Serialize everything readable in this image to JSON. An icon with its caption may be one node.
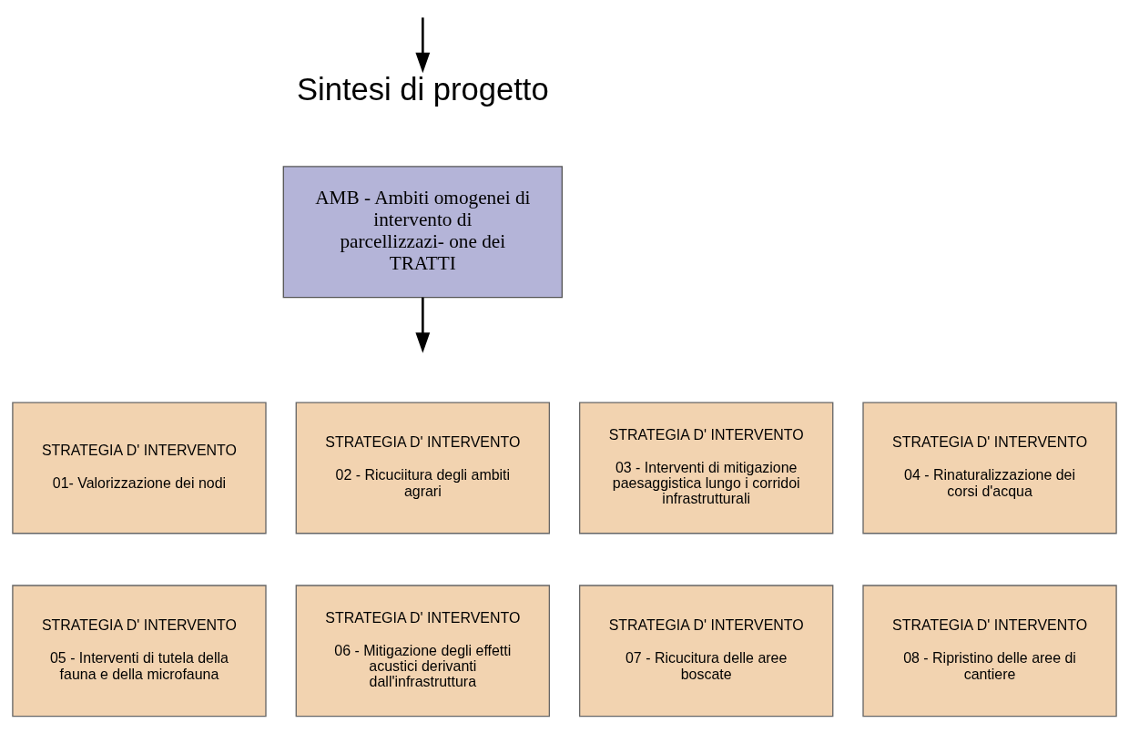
{
  "diagram": {
    "nodes": [
      {
        "text": [
          "Sintesi di progetto"
        ]
      },
      {
        "text": [
          "AMB - Ambiti omogenei di intervento di parcellizzazi- one dei TRATTI"
        ]
      },
      {
        "text": [
          "STRATEGIA D' INTERVENTO",
          "01- Valorizzazione dei nodi"
        ]
      },
      {
        "text": [
          "STRATEGIA D' INTERVENTO",
          "02 - Ricuciitura degli ambiti agrari"
        ]
      },
      {
        "text": [
          "STRATEGIA D' INTERVENTO",
          "03 - Interventi di mitigazione paesaggistica lungo i corridoi infrastrutturali"
        ]
      },
      {
        "text": [
          "STRATEGIA D' INTERVENTO",
          "04 - Rinaturalizzazione dei corsi d'acqua"
        ]
      },
      {
        "text": [
          "STRATEGIA D' INTERVENTO",
          "05 - Interventi di tutela della fauna e della microfauna"
        ]
      },
      {
        "text": [
          "STRATEGIA D' INTERVENTO",
          "06 - Mitigazione degli effetti acustici derivanti dall'infrastruttura"
        ]
      },
      {
        "text": [
          "STRATEGIA D' INTERVENTO",
          "07 - Ricucitura delle aree boscate"
        ]
      },
      {
        "text": [
          "STRATEGIA D' INTERVENTO",
          "08 - Ripristino delle aree di cantiere"
        ]
      }
    ],
    "edges": [
      {
        "from": null,
        "to": 0,
        "arrow": "to"
      },
      {
        "from": 1,
        "to": null,
        "arrow": "to"
      }
    ]
  }
}
